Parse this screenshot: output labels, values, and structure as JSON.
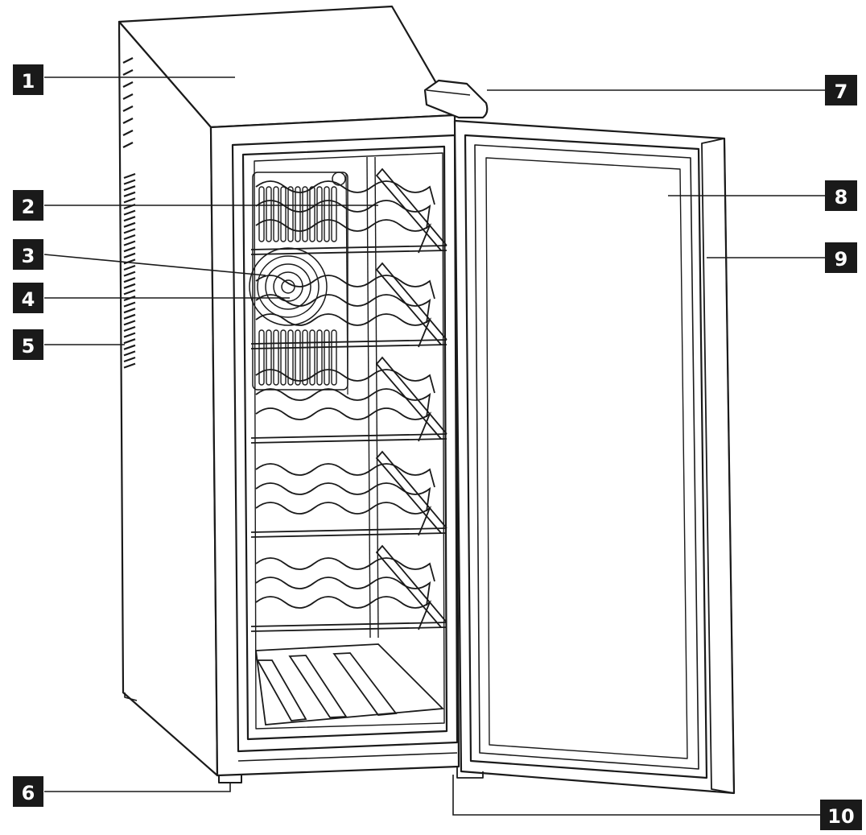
{
  "colors": {
    "line": "#1a1a1a",
    "badge_bg": "#1a1a1a",
    "badge_text": "#ffffff",
    "background": "#ffffff"
  },
  "callouts": [
    {
      "id": "1",
      "label": "1"
    },
    {
      "id": "2",
      "label": "2"
    },
    {
      "id": "3",
      "label": "3"
    },
    {
      "id": "4",
      "label": "4"
    },
    {
      "id": "5",
      "label": "5"
    },
    {
      "id": "6",
      "label": "6"
    },
    {
      "id": "7",
      "label": "7"
    },
    {
      "id": "8",
      "label": "8"
    },
    {
      "id": "9",
      "label": "9"
    },
    {
      "id": "10",
      "label": "10"
    }
  ],
  "shelves": {
    "count": 5,
    "wire_rows_per_shelf": 3
  }
}
